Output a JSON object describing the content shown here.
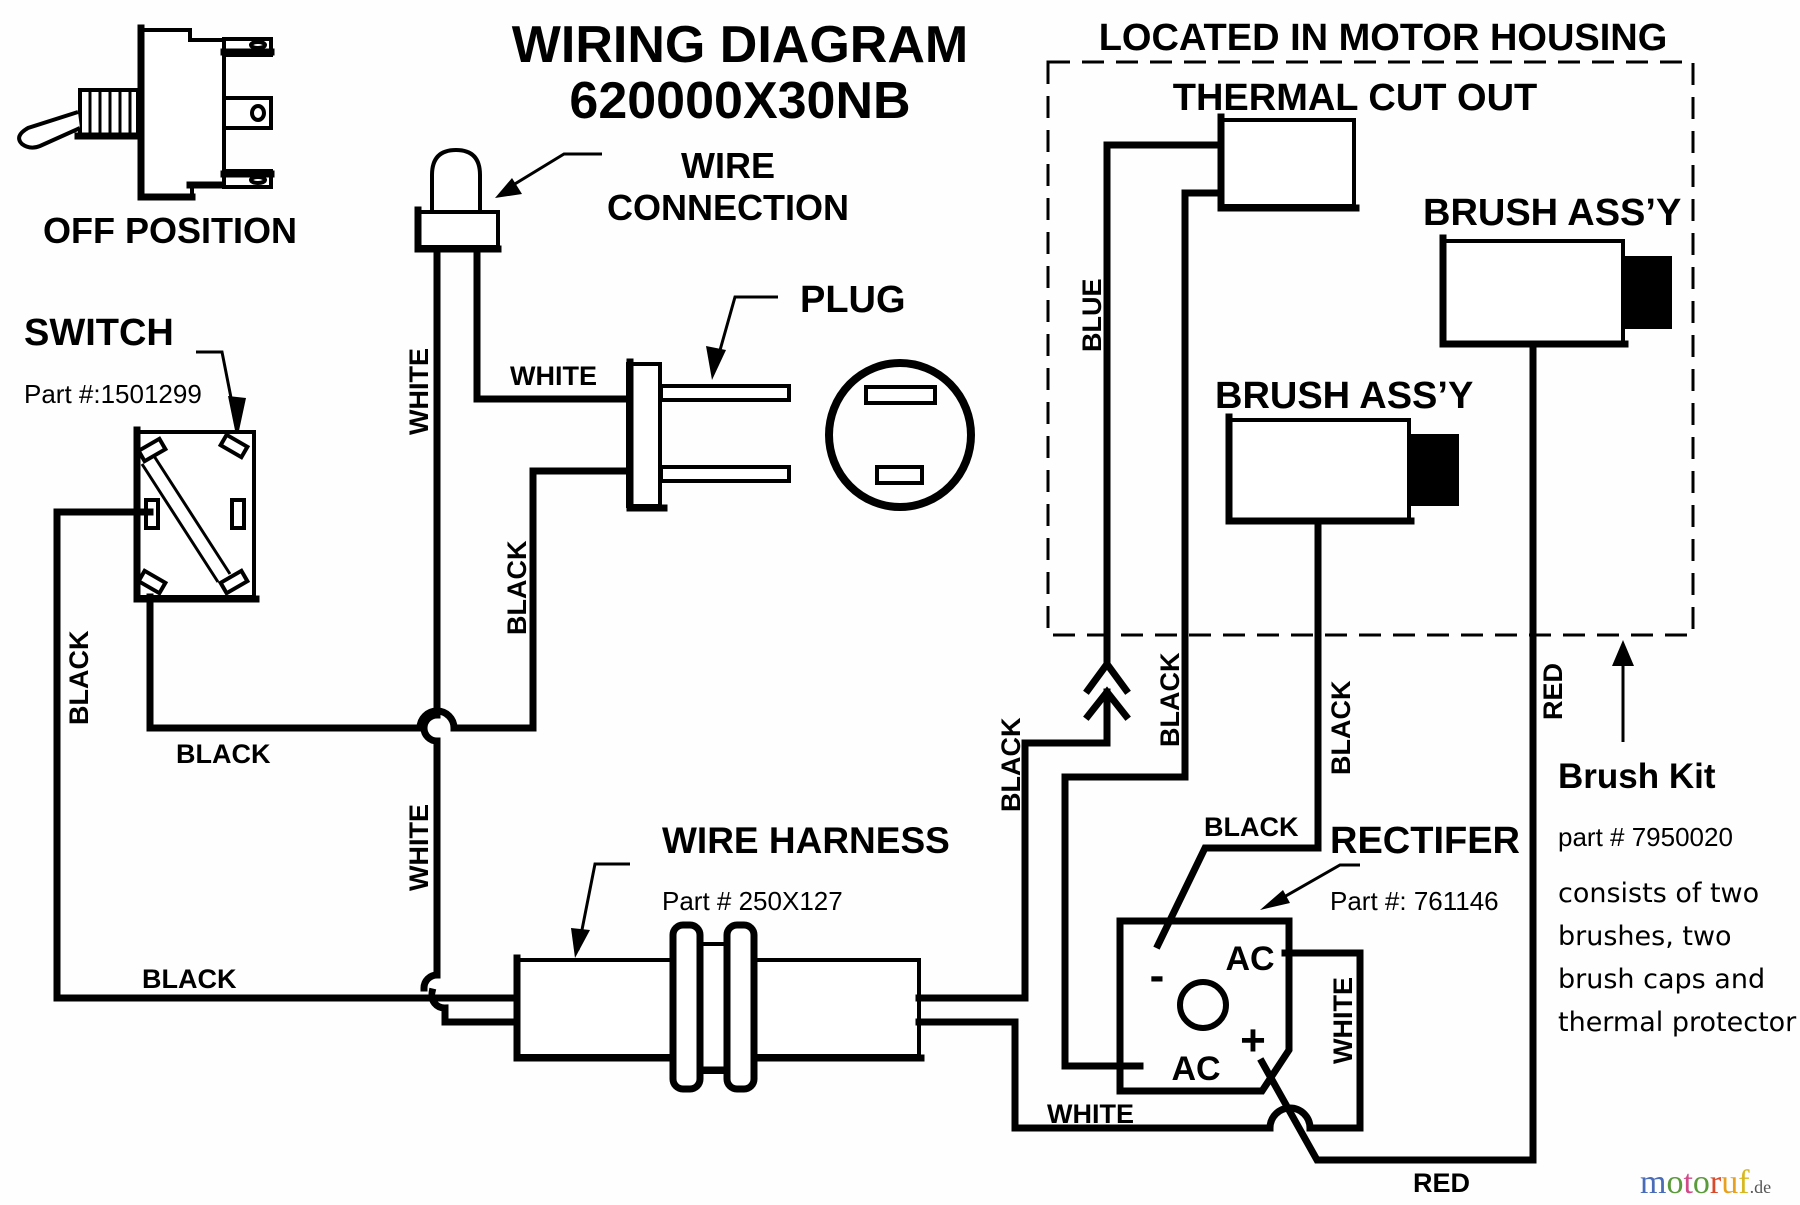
{
  "title": {
    "line1": "WIRING DIAGRAM",
    "line2": "620000X30NB"
  },
  "motor_housing": {
    "label": "LOCATED IN MOTOR HOUSING"
  },
  "components": {
    "toggle_switch": {
      "caption": "OFF POSITION"
    },
    "switch": {
      "label": "SWITCH",
      "part": "Part #:1501299"
    },
    "wire_connection": {
      "label_line1": "WIRE",
      "label_line2": "CONNECTION"
    },
    "plug": {
      "label": "PLUG"
    },
    "thermal_cut_out": {
      "label": "THERMAL CUT OUT"
    },
    "brush_assy_top": {
      "label": "BRUSH ASS’Y"
    },
    "brush_assy_mid": {
      "label": "BRUSH ASS’Y"
    },
    "wire_harness": {
      "label": "WIRE HARNESS",
      "part": "Part # 250X127"
    },
    "rectifier": {
      "label": "RECTIFER",
      "part": "Part #: 761146",
      "terminal_minus": "-",
      "terminal_plus": "+",
      "terminal_ac_top": "AC",
      "terminal_ac_bottom": "AC"
    }
  },
  "brush_kit": {
    "title": "Brush Kit",
    "part": "part # 7950020",
    "desc_lines": [
      "consists of two",
      "brushes, two",
      "brush caps and",
      "thermal protector"
    ]
  },
  "wire_labels": {
    "white_vertical_upper": "WHITE",
    "white_horizontal_plug": "WHITE",
    "black_vertical_plug": "BLACK",
    "black_vertical_left": "BLACK",
    "black_horizontal_switch": "BLACK",
    "white_vertical_lower": "WHITE",
    "black_horizontal_bottom": "BLACK",
    "blue_vertical": "BLUE",
    "black_vertical_thermal": "BLACK",
    "black_vertical_harness": "BLACK",
    "black_vertical_brush": "BLACK",
    "black_rectifier_minus": "BLACK",
    "white_vertical_rectifier": "WHITE",
    "white_horizontal_bottom": "WHITE",
    "red_vertical": "RED",
    "red_horizontal_bottom": "RED"
  },
  "watermark": {
    "letters": [
      {
        "ch": "m",
        "color": "#4a6cb8"
      },
      {
        "ch": "o",
        "color": "#5a9a3a"
      },
      {
        "ch": "t",
        "color": "#d04a8a"
      },
      {
        "ch": "o",
        "color": "#5a9a3a"
      },
      {
        "ch": "r",
        "color": "#d84a2a"
      },
      {
        "ch": "u",
        "color": "#e8a020"
      },
      {
        "ch": "f",
        "color": "#d8b820"
      }
    ],
    "suffix": ".de",
    "suffix_color": "#555555"
  }
}
